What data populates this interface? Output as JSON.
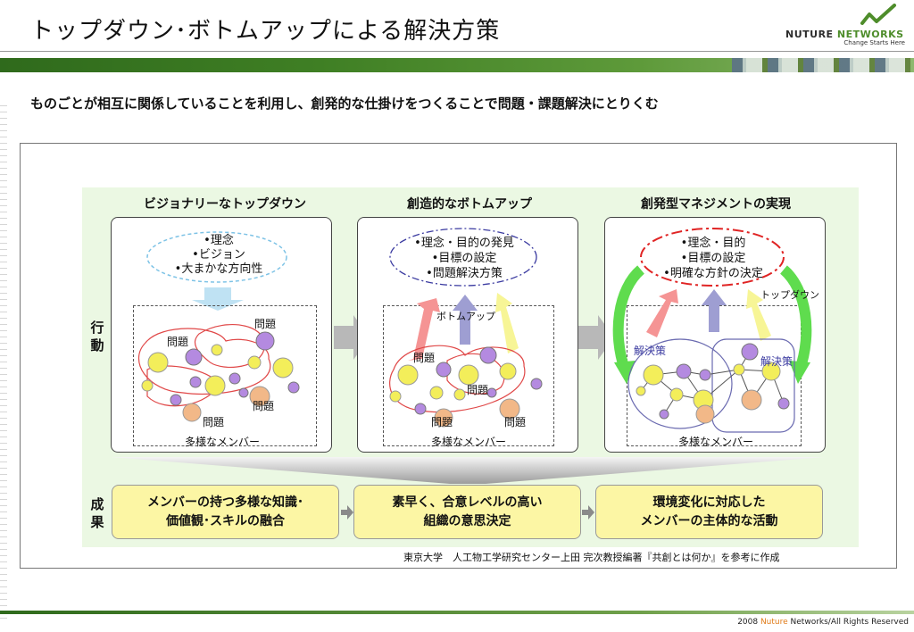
{
  "header": {
    "title": "トップダウン･ボトムアップによる解決方策",
    "logo_name_prefix": "NUTURE ",
    "logo_name_suffix": "NETWORKS",
    "logo_tagline": "Change Starts Here"
  },
  "subtitle": "ものごとが相互に関係していることを利用し、創発的な仕掛けをつくることで問題・課題解決にとりくむ",
  "columns": [
    {
      "title": "ビジョナリーなトップダウン",
      "top_lines": [
        "•理念",
        "•ビジョン",
        "•大まかな方向性"
      ],
      "problem_labels": [
        "問題",
        "問題",
        "問題",
        "問題"
      ],
      "members_label": "多様なメンバー"
    },
    {
      "title": "創造的なボトムアップ",
      "top_lines": [
        "•理念・目的の発見",
        "•目標の設定",
        "•問題解決方策"
      ],
      "arrow_label": "ボトムアップ",
      "problem_labels": [
        "問題",
        "問題",
        "問題",
        "問題"
      ],
      "members_label": "多様なメンバー"
    },
    {
      "title": "創発型マネジメントの実現",
      "top_lines": [
        "•理念・目的",
        "•目標の設定",
        "•明確な方針の決定"
      ],
      "arrow_label": "トップダウン",
      "solution_labels": [
        "解決策",
        "解決策"
      ],
      "members_label": "多様なメンバー"
    }
  ],
  "side_labels": {
    "action": [
      "行",
      "動"
    ],
    "result": [
      "成",
      "果"
    ]
  },
  "results": [
    [
      "メンバーの持つ多様な知識･",
      "価値観･スキルの融合"
    ],
    [
      "素早く、合意レベルの高い",
      "組織の意思決定"
    ],
    [
      "環境変化に対応した",
      "メンバーの主体的な活動"
    ]
  ],
  "citation": "東京大学　人工物工学研究センター上田 完次教授編著『共創とは何か』を参考に作成",
  "footer": {
    "copyright_prefix": "2008 ",
    "copyright_brand": "Nuture",
    "copyright_suffix": " Networks/All Rights Reserved"
  },
  "colors": {
    "accent_green": "#3f7f24",
    "panel_green": "#ebf8e3",
    "result_yellow": "#fcf6a4",
    "node_yellow": "#f3ee5a",
    "node_purple": "#b48ae0",
    "node_orange": "#f2b888"
  }
}
